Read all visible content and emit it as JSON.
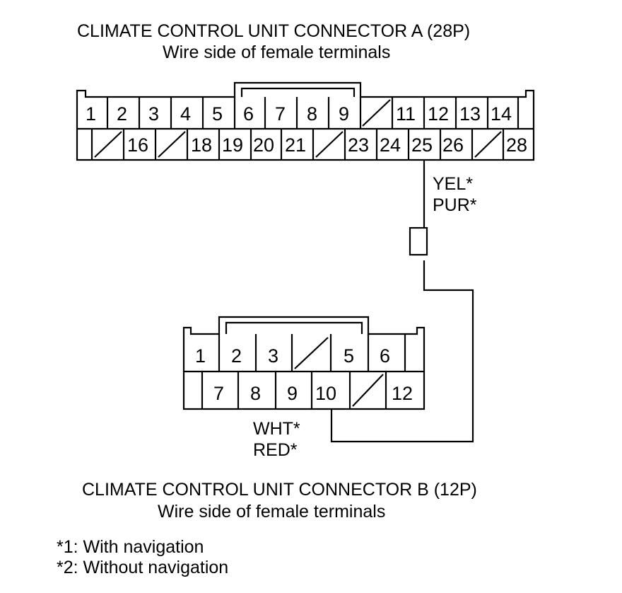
{
  "connector_a": {
    "title": "CLIMATE CONTROL UNIT CONNECTOR A (28P)",
    "subtitle": "Wire side of female terminals",
    "pins": [
      "1",
      "2",
      "3",
      "4",
      "5",
      "6",
      "7",
      "8",
      "9",
      "11",
      "12",
      "13",
      "14",
      "16",
      "18",
      "19",
      "20",
      "21",
      "23",
      "24",
      "25",
      "26",
      "28"
    ]
  },
  "connector_b": {
    "title": "CLIMATE CONTROL UNIT CONNECTOR B (12P)",
    "subtitle": "Wire side of female terminals",
    "pins": [
      "1",
      "2",
      "3",
      "5",
      "6",
      "7",
      "8",
      "9",
      "10",
      "12"
    ]
  },
  "wires": {
    "a_label_1": "YEL*",
    "a_label_2": "PUR*",
    "b_label_1": "WHT*",
    "b_label_2": "RED*"
  },
  "notes": [
    "*1: With navigation",
    "*2: Without navigation"
  ]
}
